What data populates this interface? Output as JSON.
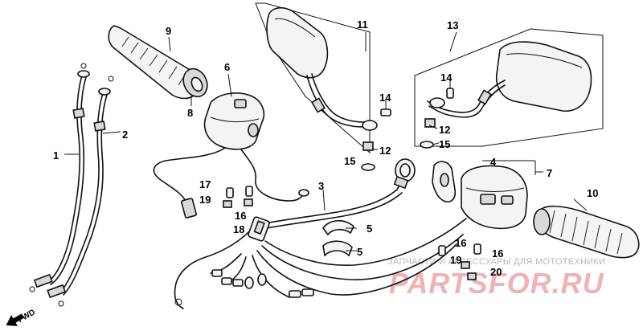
{
  "callouts": {
    "c1": "1",
    "c2": "2",
    "c3": "3",
    "c4": "4",
    "c5a": "5",
    "c5b": "5",
    "c6": "6",
    "c7": "7",
    "c8": "8",
    "c9": "9",
    "c10": "10",
    "c11": "11",
    "c12a": "12",
    "c12b": "12",
    "c13": "13",
    "c14a": "14",
    "c14b": "14",
    "c15a": "15",
    "c15b": "15",
    "c16a": "16",
    "c16b": "16",
    "c16c": "16",
    "c17": "17",
    "c18": "18",
    "c19a": "19",
    "c19b": "19",
    "c20": "20"
  },
  "fwd_label": "FWD",
  "watermark": {
    "caption": "ЗАПЧАСТИ И АКСЕССУАРЫ ДЛЯ МОТОТЕХНИКИ",
    "brand": "PARTSFOR.RU"
  },
  "colors": {
    "ink": "#111111",
    "watermark_brand": "#f0b3b3",
    "watermark_caption": "#b8b8b8"
  }
}
